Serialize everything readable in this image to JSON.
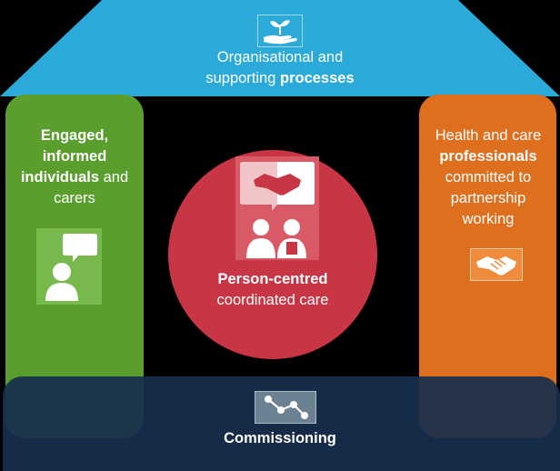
{
  "roof": {
    "line1": "Organisational and",
    "line2_prefix": "supporting",
    "line2_bold": "processes",
    "color": "#2ba9d8",
    "icon": "hand-plant-icon"
  },
  "left_pillar": {
    "line1_bold": "Engaged,",
    "line2_bold": "informed",
    "line3_bold": "individuals",
    "line3_rest": "and",
    "line4": "carers",
    "color": "#5a9e2e",
    "icon": "person-speech-icon"
  },
  "right_pillar": {
    "line1": "Health and care",
    "line2_bold": "professionals",
    "line3": "committed to",
    "line4": "partnership",
    "line5": "working",
    "color": "#de6f1e",
    "icon": "handshake-icon"
  },
  "center": {
    "line1_bold": "Person-centred",
    "line2": "coordinated care",
    "color": "#c83646",
    "icon": "handshake-people-icon"
  },
  "bottom": {
    "label": "Commissioning",
    "color": "#182e4c",
    "icon": "network-icon"
  }
}
